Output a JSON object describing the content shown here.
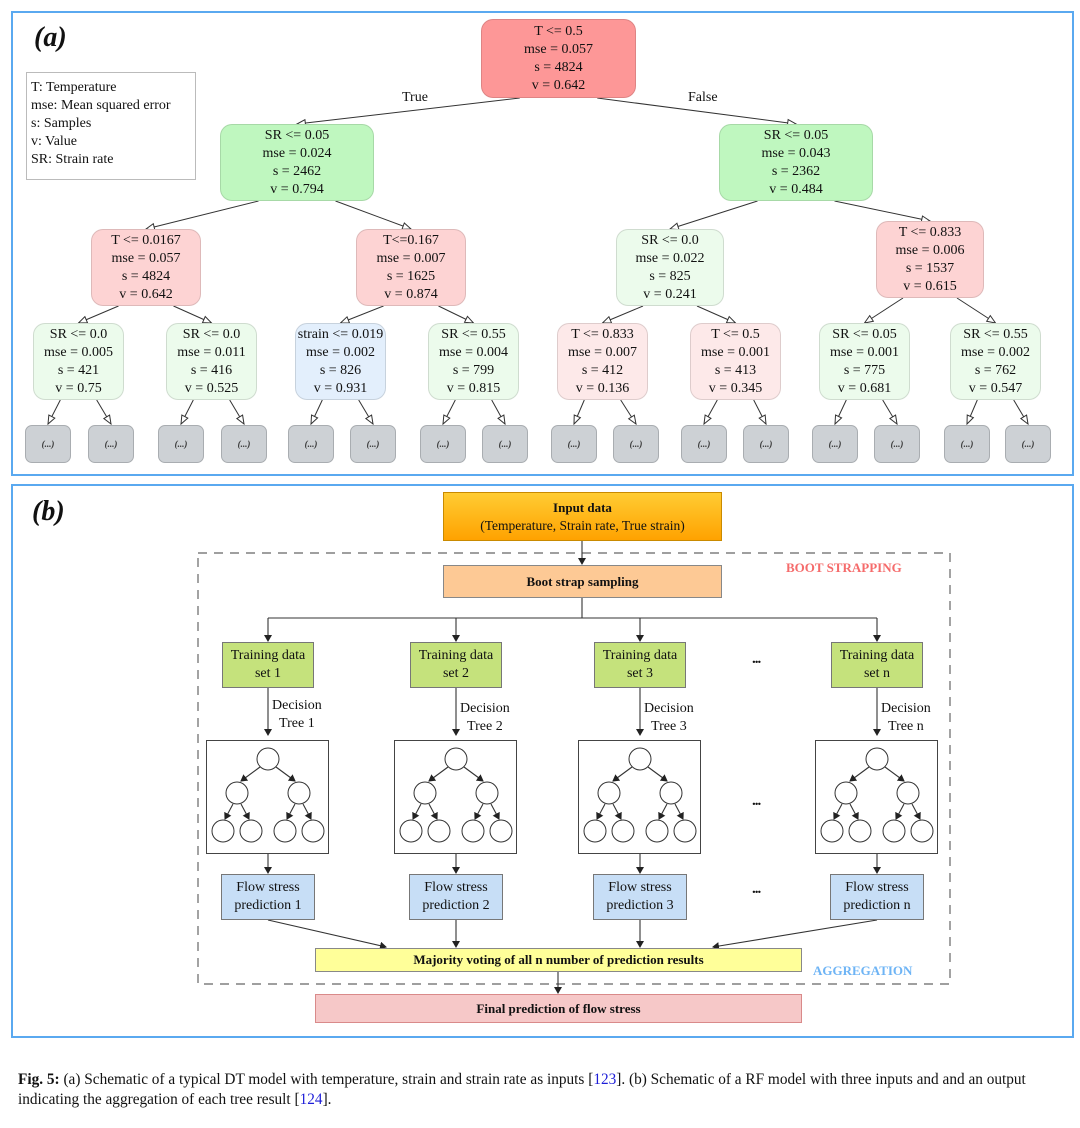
{
  "panel_a": {
    "label": "(a)",
    "legend": [
      "T: Temperature",
      "mse: Mean squared error",
      "s: Samples",
      "v: Value",
      "SR: Strain rate"
    ],
    "edge_true": "True",
    "edge_false": "False",
    "root": {
      "cond": "T <= 0.5",
      "mse": "mse = 0.057",
      "s": "s = 4824",
      "v": "v = 0.642"
    },
    "level1": [
      {
        "cond": "SR <= 0.05",
        "mse": "mse = 0.024",
        "s": "s = 2462",
        "v": "v = 0.794"
      },
      {
        "cond": "SR <= 0.05",
        "mse": "mse = 0.043",
        "s": "s = 2362",
        "v": "v = 0.484"
      }
    ],
    "level2": [
      {
        "cond": "T <= 0.0167",
        "mse": "mse = 0.057",
        "s": "s = 4824",
        "v": "v = 0.642"
      },
      {
        "cond": "T<=0.167",
        "mse": "mse = 0.007",
        "s": "s = 1625",
        "v": "v = 0.874"
      },
      {
        "cond": "SR <= 0.0",
        "mse": "mse = 0.022",
        "s": "s = 825",
        "v": "v = 0.241"
      },
      {
        "cond": "T <= 0.833",
        "mse": "mse = 0.006",
        "s": "s = 1537",
        "v": "v = 0.615"
      }
    ],
    "level3": [
      {
        "cond": "SR <= 0.0",
        "mse": "mse = 0.005",
        "s": "s = 421",
        "v": "v = 0.75"
      },
      {
        "cond": "SR <= 0.0",
        "mse": "mse = 0.011",
        "s": "s = 416",
        "v": "v = 0.525"
      },
      {
        "cond": "strain <= 0.019",
        "mse": "mse = 0.002",
        "s": "s = 826",
        "v": "v = 0.931"
      },
      {
        "cond": "SR <= 0.55",
        "mse": "mse = 0.004",
        "s": "s = 799",
        "v": "v = 0.815"
      },
      {
        "cond": "T <= 0.833",
        "mse": "mse = 0.007",
        "s": "s = 412",
        "v": "v = 0.136"
      },
      {
        "cond": "T <= 0.5",
        "mse": "mse = 0.001",
        "s": "s = 413",
        "v": "v = 0.345"
      },
      {
        "cond": "SR <= 0.05",
        "mse": "mse = 0.001",
        "s": "s = 775",
        "v": "v = 0.681"
      },
      {
        "cond": "SR <= 0.55",
        "mse": "mse = 0.002",
        "s": "s = 762",
        "v": "v = 0.547"
      }
    ],
    "leaf_text": "(...)",
    "colors": {
      "root": "#fd9797",
      "green_strong": "#bff7bf",
      "red_mid": "#fdd3d3",
      "green_light": "#ecfbec",
      "red_light": "#fde9e9",
      "blue_light": "#e3effc",
      "leaf": "#cdd1d5"
    }
  },
  "panel_b": {
    "label": "(b)",
    "input_title": "Input data",
    "input_sub": "(Temperature, Strain rate, True strain)",
    "bootstrap_label": "Boot strap sampling",
    "bootstrapping_tag": "BOOT STRAPPING",
    "aggregation_tag": "AGGREGATION",
    "columns": [
      {
        "train": [
          "Training data",
          "set 1"
        ],
        "tree": [
          "Decision",
          "Tree 1"
        ],
        "pred": [
          "Flow stress",
          "prediction 1"
        ]
      },
      {
        "train": [
          "Training data",
          "set 2"
        ],
        "tree": [
          "Decision",
          "Tree 2"
        ],
        "pred": [
          "Flow stress",
          "prediction 2"
        ]
      },
      {
        "train": [
          "Training data",
          "set 3"
        ],
        "tree": [
          "Decision",
          "Tree 3"
        ],
        "pred": [
          "Flow stress",
          "prediction 3"
        ]
      },
      {
        "train": [
          "Training data",
          "set n"
        ],
        "tree": [
          "Decision",
          "Tree n"
        ],
        "pred": [
          "Flow stress",
          "prediction n"
        ]
      }
    ],
    "ellipsis": "...",
    "voting_label": "Majority voting of all n number of  prediction results",
    "final_label": "Final prediction of flow stress",
    "colors": {
      "bootstrapping_tag": "#f56b6b",
      "aggregation_tag": "#6eb4f5",
      "input_top": "#ffcc33",
      "input_bottom": "#ffa200",
      "bootstrap": "#fdc995",
      "voting": "#ffff99",
      "final": "#f6c8c8"
    }
  },
  "caption": {
    "fig": "Fig. 5:",
    "text1": " (a) Schematic of a typical DT model with temperature, strain and strain rate as inputs [",
    "ref1": "123",
    "text2": "]. (b) Schematic of a RF model with three inputs and and an output indicating the aggregation of each tree result [",
    "ref2": "124",
    "text3": "]."
  }
}
